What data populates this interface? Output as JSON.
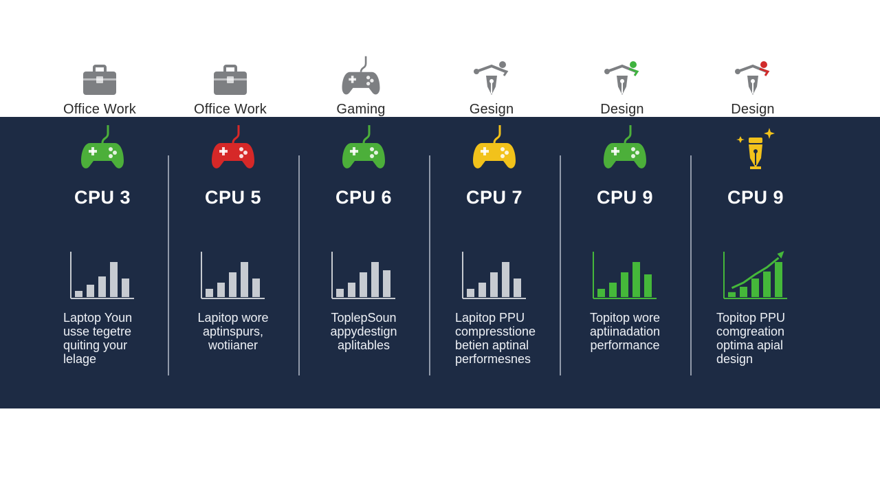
{
  "top_categories": [
    {
      "label": "Office Work",
      "icon": "briefcase-icon",
      "color": "#7d7f82"
    },
    {
      "label": "Office Work",
      "icon": "briefcase-icon",
      "color": "#7d7f82"
    },
    {
      "label": "Gaming",
      "icon": "gamepad-icon",
      "color": "#7d7f82"
    },
    {
      "label": "Gesign",
      "icon": "pen-tool-icon",
      "color": "#7d7f82",
      "accent": "#7d7f82"
    },
    {
      "label": "Design",
      "icon": "pen-tool-icon",
      "color": "#7d7f82",
      "accent": "#3fb33f"
    },
    {
      "label": "Design",
      "icon": "pen-tool-icon",
      "color": "#7d7f82",
      "accent": "#d12b2b"
    }
  ],
  "columns": [
    {
      "cpu": "CPU 3",
      "icon": "gamepad-icon",
      "icon_color": "#4caf3a",
      "chart_color": "#c7cbd1",
      "chart_style": "gray",
      "bars": [
        0.15,
        0.3,
        0.5,
        0.85,
        0.45
      ],
      "description": "Laptop Youn\nusse tegetre\nquiting your\nlelage",
      "align": "left"
    },
    {
      "cpu": "CPU 5",
      "icon": "gamepad-icon",
      "icon_color": "#d62828",
      "chart_color": "#c7cbd1",
      "chart_style": "gray",
      "bars": [
        0.2,
        0.35,
        0.6,
        0.85,
        0.45
      ],
      "description": "Lapitop wore\naptinspurs,\nwotiianer",
      "align": "center"
    },
    {
      "cpu": "CPU 6",
      "icon": "gamepad-icon",
      "icon_color": "#4caf3a",
      "chart_color": "#c7cbd1",
      "chart_style": "gray",
      "bars": [
        0.2,
        0.35,
        0.6,
        0.85,
        0.65
      ],
      "description": "ToplepSoun\nappydestign\naplitables",
      "align": "center"
    },
    {
      "cpu": "CPU 7",
      "icon": "gamepad-icon",
      "icon_color": "#f2c21b",
      "chart_color": "#c7cbd1",
      "chart_style": "gray",
      "bars": [
        0.2,
        0.35,
        0.6,
        0.85,
        0.45
      ],
      "description": "Lapitop PPU\ncompresstione\nbetien aptinal\nperformesnes",
      "align": "left"
    },
    {
      "cpu": "CPU 9",
      "icon": "gamepad-icon",
      "icon_color": "#4caf3a",
      "chart_color": "#45b83a",
      "chart_style": "green",
      "bars": [
        0.2,
        0.35,
        0.6,
        0.85,
        0.55
      ],
      "description": "Topitop wore\naptiinadation\nperformance",
      "align": "center"
    },
    {
      "cpu": "CPU 9",
      "icon": "pen-tool-icon",
      "icon_color": "#f2c21b",
      "chart_color": "#45b83a",
      "chart_style": "green-arrow",
      "bars": [
        0.12,
        0.25,
        0.45,
        0.62,
        0.85
      ],
      "description": "Topitop PPU\ncomgreation\noptima apial\ndesign",
      "align": "left"
    }
  ],
  "colors": {
    "panel": "#1d2b44",
    "divider": "#b8c0cc",
    "text_light": "#eef1f6"
  }
}
